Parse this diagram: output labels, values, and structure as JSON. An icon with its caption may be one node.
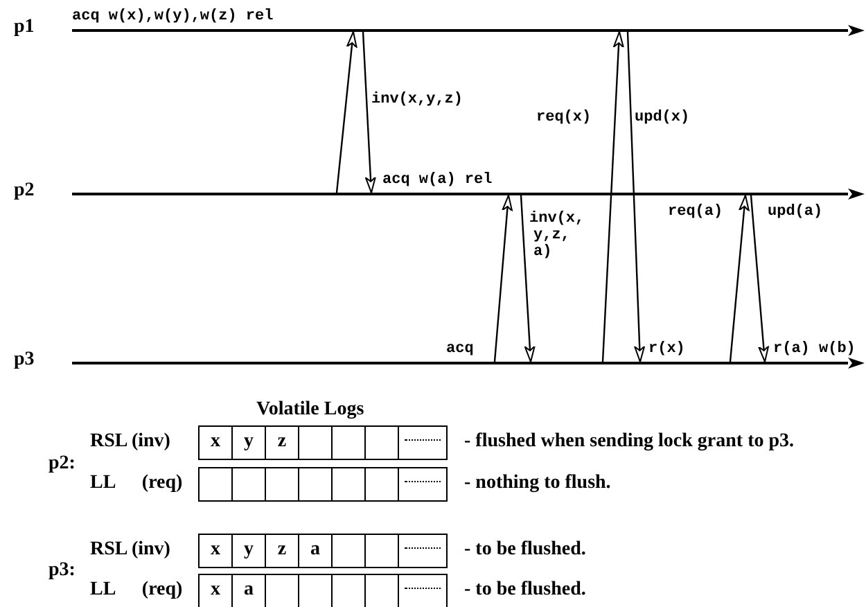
{
  "diagram": {
    "nodes": [
      {
        "text": [],
        "shape": "line",
        "beside": [
          "p1",
          "acq w(x),w(y),w(z) rel"
        ]
      },
      {
        "text": [],
        "shape": "line",
        "beside": [
          "p2",
          "acq w(a) rel"
        ]
      },
      {
        "text": [],
        "shape": "line",
        "beside": [
          "p3",
          "acq",
          "r(x)",
          "r(a) w(b)"
        ]
      }
    ],
    "edges": [
      {
        "from": 1,
        "to": 0,
        "arrow": "to"
      },
      {
        "from": 0,
        "to": 1,
        "arrow": "to",
        "label": "inv(x,y,z)"
      },
      {
        "from": 2,
        "to": 1,
        "arrow": "to"
      },
      {
        "from": 1,
        "to": 2,
        "arrow": "to",
        "label": "inv(x, y,z, a)"
      },
      {
        "from": 2,
        "to": 0,
        "arrow": "to",
        "label": "req(x)"
      },
      {
        "from": 0,
        "to": 2,
        "arrow": "to",
        "label": "upd(x)"
      },
      {
        "from": 2,
        "to": 1,
        "arrow": "to",
        "label": "req(a)"
      },
      {
        "from": 1,
        "to": 2,
        "arrow": "to",
        "label": "upd(a)"
      }
    ],
    "labels": [
      "Volatile Logs",
      "p2:",
      "RSL (inv)",
      "x",
      "y",
      "z",
      "- flushed when sending lock grant to p3.",
      "LL (req)",
      "- nothing to flush.",
      "p3:",
      "RSL (inv)",
      "x",
      "y",
      "z",
      "a",
      "- to be flushed.",
      "LL (req)",
      "x",
      "a",
      "- to be flushed."
    ]
  }
}
